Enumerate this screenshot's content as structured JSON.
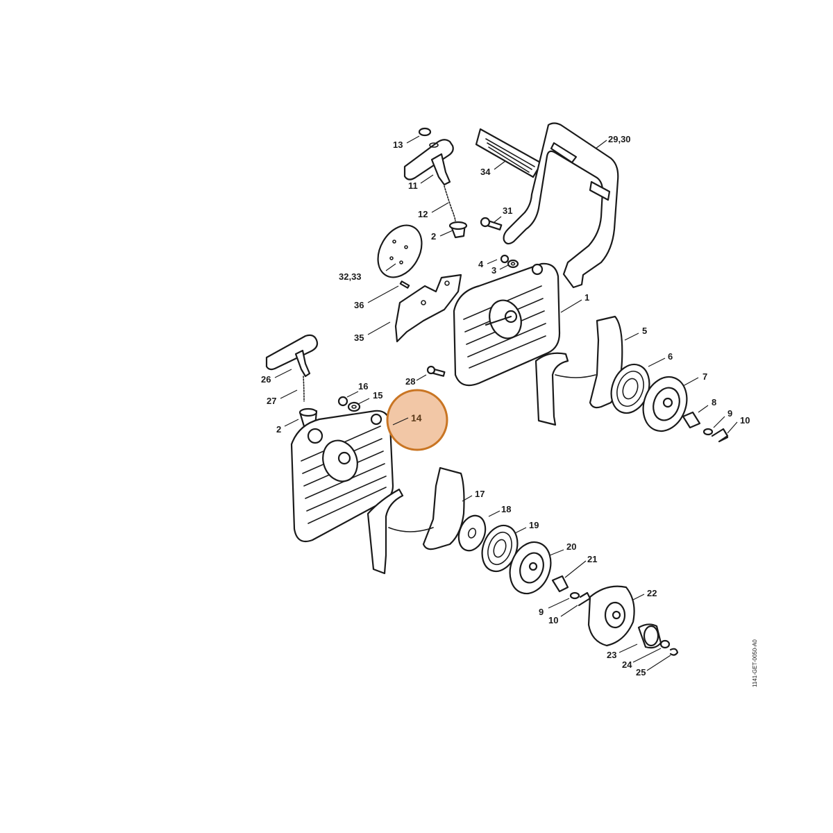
{
  "diagram": {
    "highlighted_part": "14",
    "highlight_color": "#c97523",
    "highlight_fill": "#f2c7a6",
    "document_id": "1141-GET-0050-A0",
    "callouts": [
      {
        "id": "c13",
        "text": "13"
      },
      {
        "id": "c11",
        "text": "11"
      },
      {
        "id": "c12",
        "text": "12"
      },
      {
        "id": "c2a",
        "text": "2"
      },
      {
        "id": "c34",
        "text": "34"
      },
      {
        "id": "c2930",
        "text": "29,30"
      },
      {
        "id": "c31",
        "text": "31"
      },
      {
        "id": "c3233",
        "text": "32,33"
      },
      {
        "id": "c4",
        "text": "4"
      },
      {
        "id": "c3",
        "text": "3"
      },
      {
        "id": "c36",
        "text": "36"
      },
      {
        "id": "c1",
        "text": "1"
      },
      {
        "id": "c35",
        "text": "35"
      },
      {
        "id": "c5",
        "text": "5"
      },
      {
        "id": "c26",
        "text": "26"
      },
      {
        "id": "c6",
        "text": "6"
      },
      {
        "id": "c7",
        "text": "7"
      },
      {
        "id": "c28",
        "text": "28"
      },
      {
        "id": "c16",
        "text": "16"
      },
      {
        "id": "c27",
        "text": "27"
      },
      {
        "id": "c15",
        "text": "15"
      },
      {
        "id": "c8",
        "text": "8"
      },
      {
        "id": "c9a",
        "text": "9"
      },
      {
        "id": "c10a",
        "text": "10"
      },
      {
        "id": "c2b",
        "text": "2"
      },
      {
        "id": "c17",
        "text": "17"
      },
      {
        "id": "c18",
        "text": "18"
      },
      {
        "id": "c19",
        "text": "19"
      },
      {
        "id": "c20",
        "text": "20"
      },
      {
        "id": "c21",
        "text": "21"
      },
      {
        "id": "c22",
        "text": "22"
      },
      {
        "id": "c9b",
        "text": "9"
      },
      {
        "id": "c10b",
        "text": "10"
      },
      {
        "id": "c23",
        "text": "23"
      },
      {
        "id": "c24",
        "text": "24"
      },
      {
        "id": "c25",
        "text": "25"
      }
    ]
  }
}
